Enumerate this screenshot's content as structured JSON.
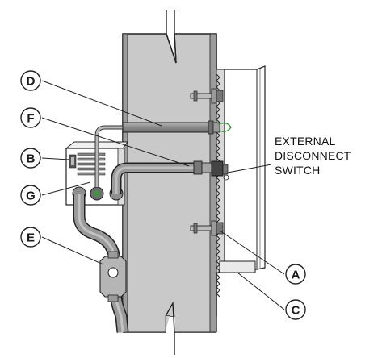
{
  "callouts": {
    "a": "A",
    "b": "B",
    "c": "C",
    "d": "D",
    "e": "E",
    "f": "F",
    "g": "G"
  },
  "switch_label": {
    "line1": "EXTERNAL",
    "line2": "DISCONNECT",
    "line3": "SWITCH"
  },
  "colors": {
    "wall_fill": "#c9c9c9",
    "stud_fill": "#9c9c9c",
    "conduit_fill": "#8e8e8e",
    "wire_green": "#3a9a3a",
    "outline": "#222222"
  }
}
